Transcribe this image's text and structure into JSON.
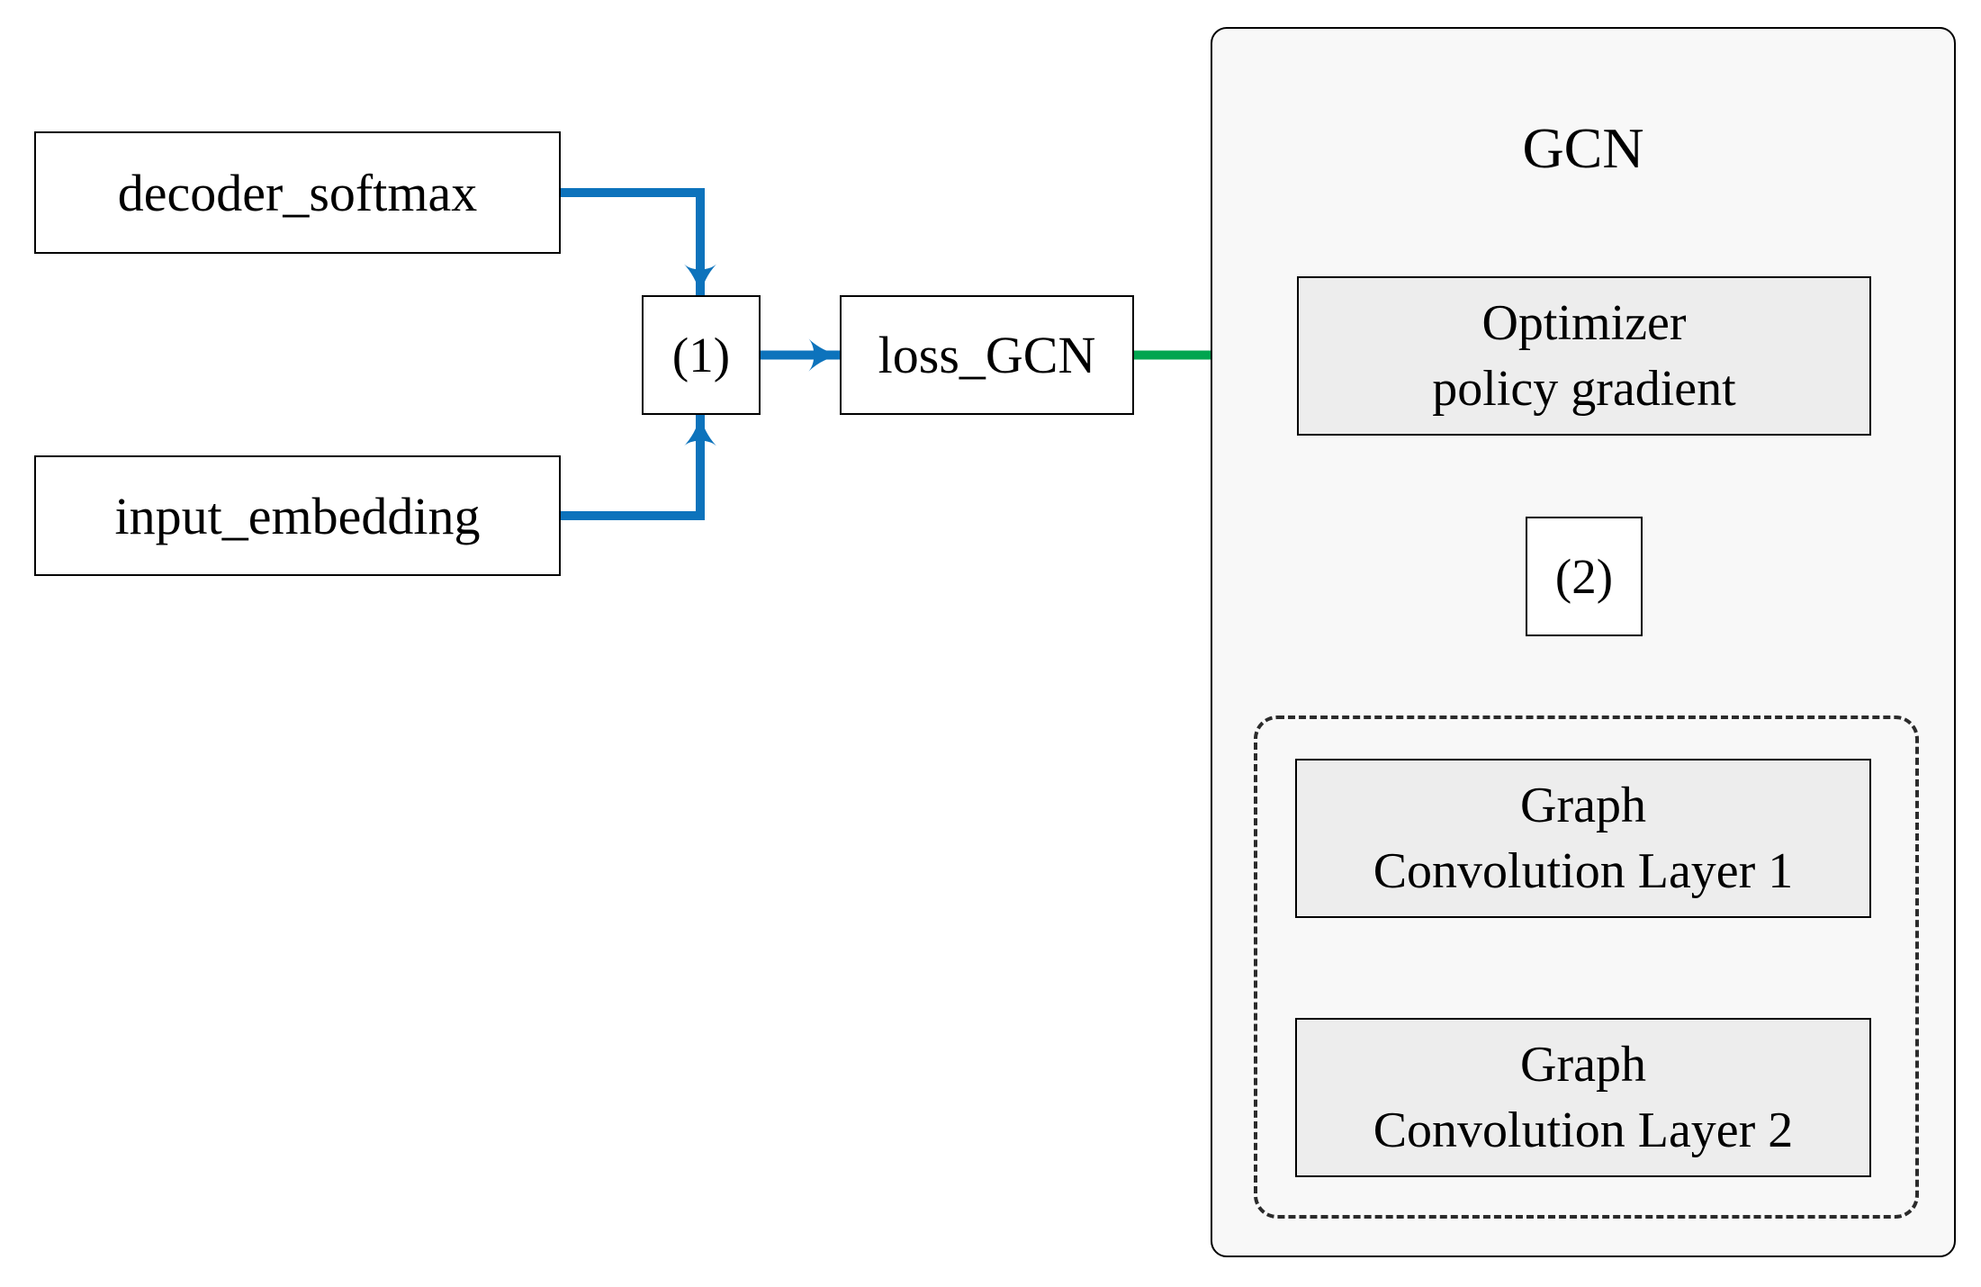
{
  "colors": {
    "arrow_blue": "#0d73bc",
    "arrow_green": "#00a54f",
    "container_fill": "#f8f8f8",
    "inner_node_fill": "#ededed",
    "border": "#000000",
    "dashed_border": "#2b2b2b"
  },
  "nodes": {
    "decoder_softmax": {
      "label": "decoder_softmax"
    },
    "input_embedding": {
      "label": "input_embedding"
    },
    "op1": {
      "label": "(1)"
    },
    "loss_gcn": {
      "label": "loss_GCN"
    },
    "gcn_container": {
      "title": "GCN"
    },
    "optimizer": {
      "line1": "Optimizer",
      "line2": "policy gradient"
    },
    "op2": {
      "label": "(2)"
    },
    "conv_layer_1": {
      "line1": "Graph",
      "line2": "Convolution Layer 1"
    },
    "conv_layer_2": {
      "line1": "Graph",
      "line2": "Convolution Layer 2"
    }
  },
  "edges": [
    {
      "from": "decoder_softmax",
      "to": "(1)",
      "color": "blue"
    },
    {
      "from": "input_embedding",
      "to": "(1)",
      "color": "blue"
    },
    {
      "from": "(1)",
      "to": "loss_GCN",
      "color": "blue"
    },
    {
      "from": "loss_GCN",
      "to": "Optimizer policy gradient",
      "color": "green"
    },
    {
      "from": "Optimizer policy gradient",
      "to": "(2)",
      "color": "blue"
    },
    {
      "from": "(2)",
      "to": "Graph Convolution Layers group",
      "color": "blue"
    }
  ]
}
